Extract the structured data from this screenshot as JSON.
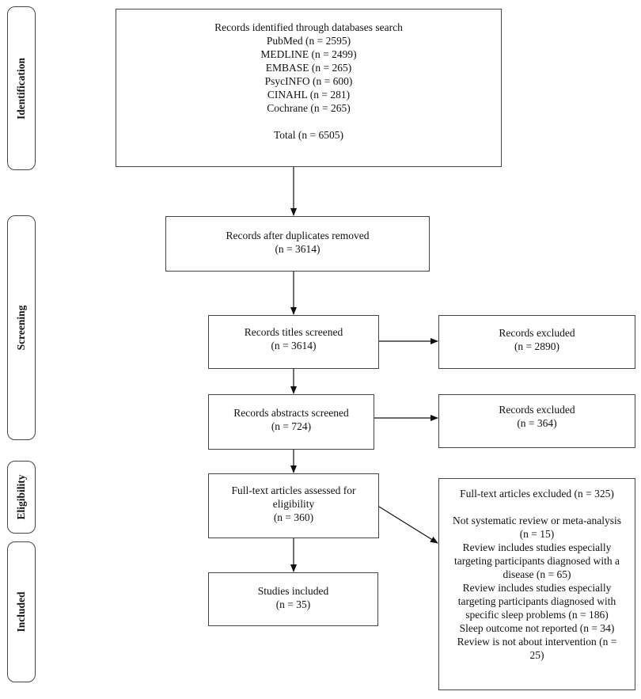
{
  "stages": {
    "identification": "Identification",
    "screening": "Screening",
    "eligibility": "Eligibility",
    "included": "Included"
  },
  "identification_box": {
    "title": "Records identified through databases search",
    "sources": [
      "PubMed (n = 2595)",
      "MEDLINE (n = 2499)",
      "EMBASE (n = 265)",
      "PsycINFO (n = 600)",
      "CINAHL (n = 281)",
      "Cochrane (n = 265)"
    ],
    "total": "Total (n = 6505)"
  },
  "duplicates_box": {
    "line1": "Records after duplicates removed",
    "line2": "(n = 3614)"
  },
  "titles_box": {
    "line1": "Records titles screened",
    "line2": "(n = 3614)"
  },
  "titles_excluded_box": {
    "line1": "Records excluded",
    "line2": "(n = 2890)"
  },
  "abstracts_box": {
    "line1": "Records abstracts screened",
    "line2": "(n = 724)"
  },
  "abstracts_excluded_box": {
    "line1": "Records excluded",
    "line2": "(n = 364)"
  },
  "fulltext_box": {
    "line1": "Full-text articles assessed for",
    "line2": "eligibility",
    "line3": "(n = 360)"
  },
  "included_box": {
    "line1": "Studies included",
    "line2": "(n = 35)"
  },
  "fulltext_excluded_box": {
    "title": "Full-text articles excluded (n = 325)",
    "reasons": [
      "Not systematic review or meta-analysis (n = 15)",
      "Review includes studies especially targeting participants diagnosed with a disease (n = 65)",
      "Review includes studies especially targeting participants diagnosed with specific sleep problems (n = 186)",
      "Sleep outcome not reported (n = 34)",
      "Review is not about intervention (n = 25)"
    ]
  }
}
